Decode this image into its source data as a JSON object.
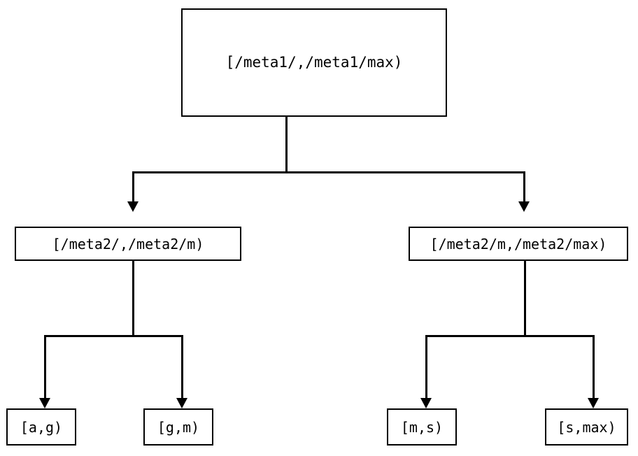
{
  "diagram": {
    "type": "tree",
    "title": "",
    "background_color": "#ffffff",
    "line_color": "#000000",
    "node_fill_color": "#ffffff",
    "nodes": {
      "root": {
        "label": "[/meta1/,/meta1/max)"
      },
      "mid_left": {
        "label": "[/meta2/,/meta2/m)"
      },
      "mid_right": {
        "label": "[/meta2/m,/meta2/max)"
      },
      "leaf_ag": {
        "label": "[a,g)"
      },
      "leaf_gm": {
        "label": "[g,m)"
      },
      "leaf_ms": {
        "label": "[m,s)"
      },
      "leaf_smax": {
        "label": "[s,max)"
      }
    },
    "edges": [
      {
        "from": "root",
        "to": "mid_left",
        "arrow": "down"
      },
      {
        "from": "root",
        "to": "mid_right",
        "arrow": "down"
      },
      {
        "from": "mid_left",
        "to": "leaf_ag",
        "arrow": "down"
      },
      {
        "from": "mid_left",
        "to": "leaf_gm",
        "arrow": "down"
      },
      {
        "from": "mid_right",
        "to": "leaf_ms",
        "arrow": "down"
      },
      {
        "from": "mid_right",
        "to": "leaf_smax",
        "arrow": "down"
      }
    ]
  }
}
